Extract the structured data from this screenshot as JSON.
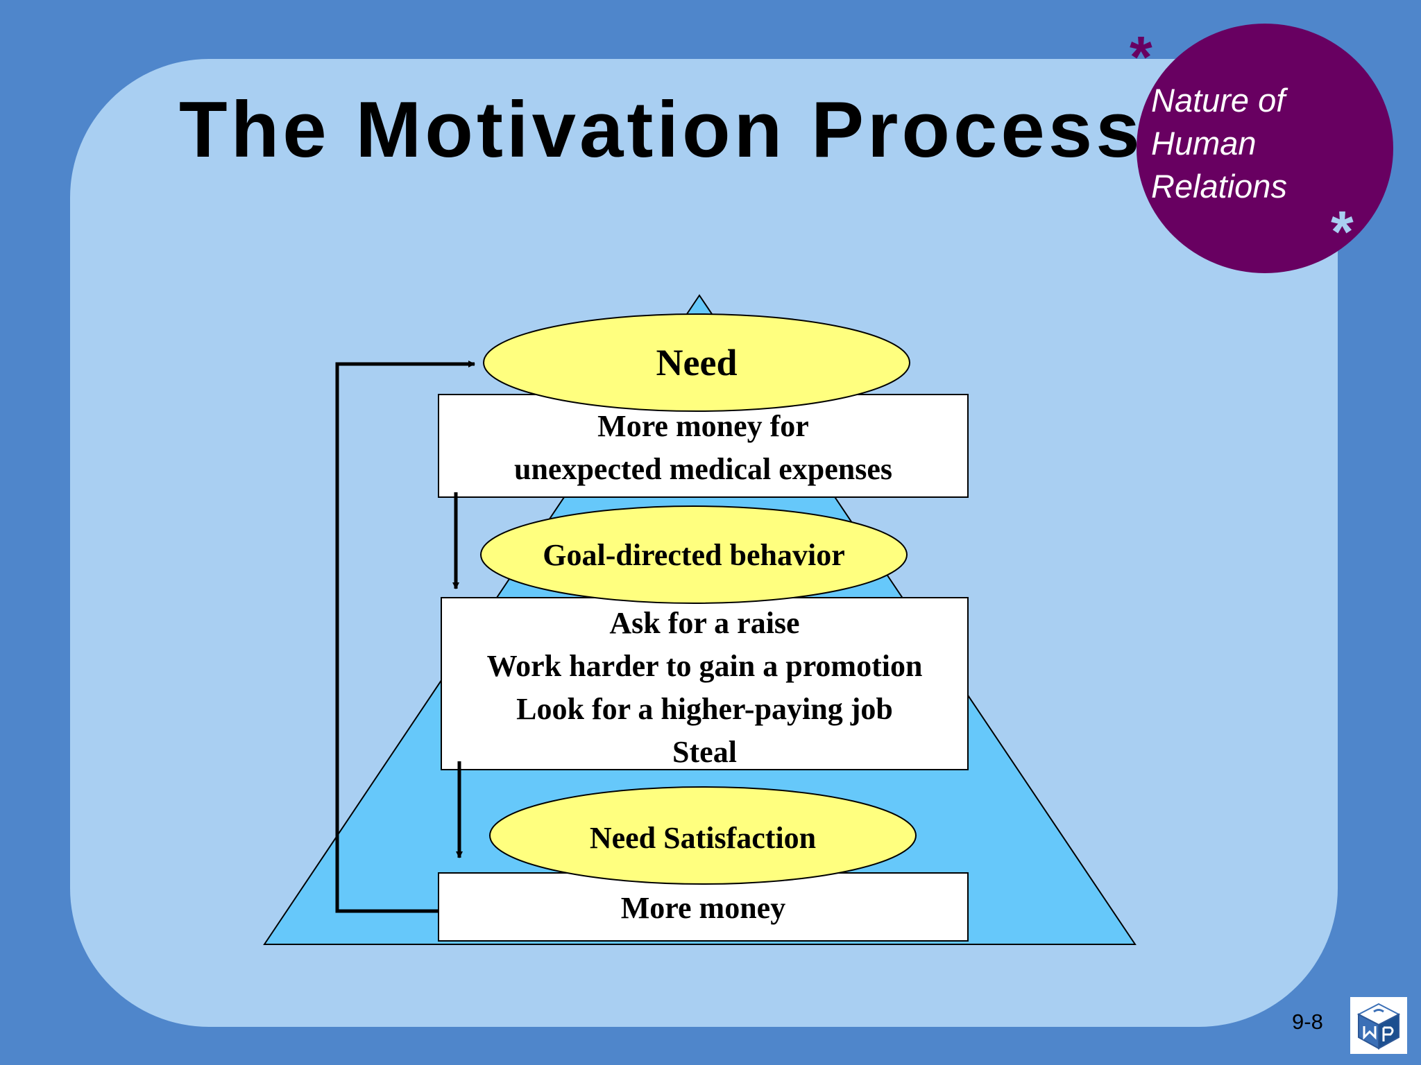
{
  "slide": {
    "title": "The Motivation Process",
    "badge": {
      "lines": [
        "Nature of",
        "Human",
        "Relations"
      ],
      "star_top": "*",
      "star_bottom": "*"
    },
    "slide_number": "9-8",
    "logo_icon": "cmp-cube-logo-icon"
  },
  "diagram": {
    "colors": {
      "triangle": "#66c8fa",
      "ellipse": "#ffff7f",
      "box": "#ffffff",
      "badge": "#680061"
    },
    "stages": [
      {
        "label": "Need",
        "details": [
          "More money for",
          "unexpected medical expenses"
        ]
      },
      {
        "label": "Goal-directed behavior",
        "details": [
          "Ask for a raise",
          "Work harder to gain a promotion",
          "Look for a higher-paying job",
          "Steal"
        ]
      },
      {
        "label": "Need Satisfaction",
        "details": [
          "More money"
        ]
      }
    ]
  }
}
